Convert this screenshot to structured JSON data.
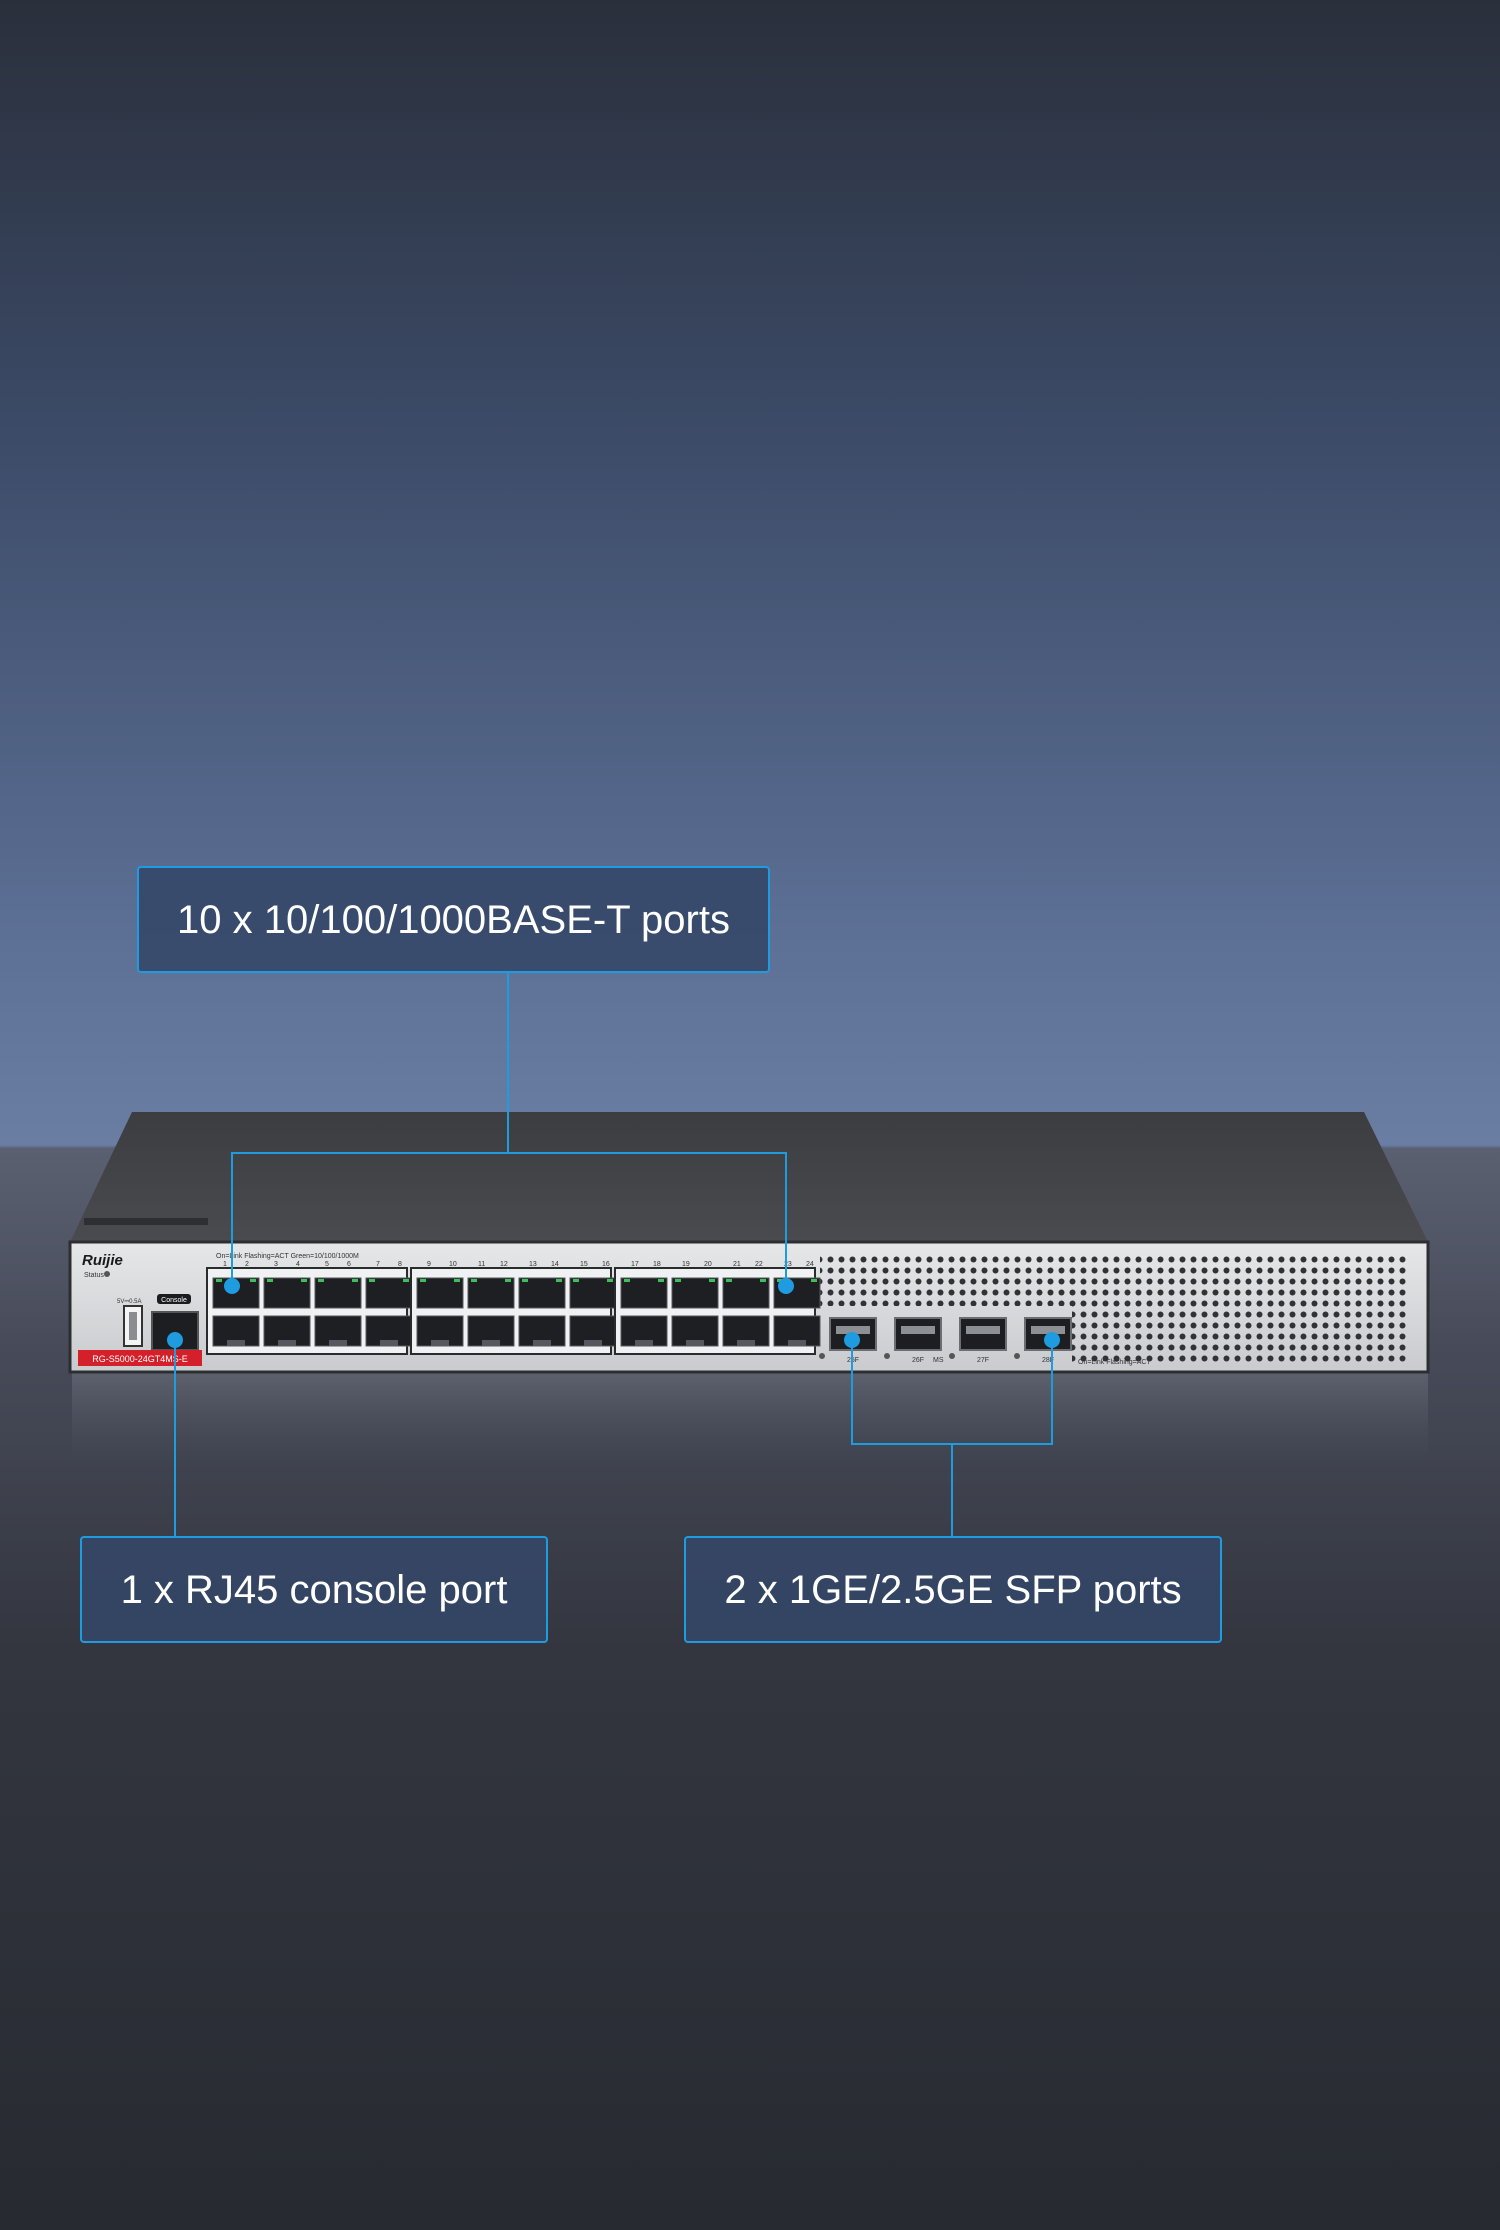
{
  "callouts": {
    "rj45_ports": "10 x 10/100/1000BASE-T ports",
    "console_port": "1 x RJ45 console port",
    "sfp_ports": "2 x 1GE/2.5GE SFP ports"
  },
  "device": {
    "brand": "Ruijie",
    "status_label": "Status",
    "usb_rating": "5V⎓0.5A",
    "console_label": "Console",
    "model": "RG-S5000-24GT4MS-E",
    "led_legend_top": "On=Link  Flashing=ACT  Green=10/100/1000M",
    "led_legend_sfp": "On=Link  Flashing=ACT",
    "port_numbers_group1": [
      "1",
      "2",
      "3",
      "4",
      "5",
      "6",
      "7",
      "8"
    ],
    "port_numbers_group2": [
      "9",
      "10",
      "11",
      "12",
      "13",
      "14",
      "15",
      "16"
    ],
    "port_numbers_group3": [
      "17",
      "18",
      "19",
      "20",
      "21",
      "22",
      "23",
      "24"
    ],
    "sfp_labels": [
      "25F",
      "26F",
      "27F",
      "28F"
    ],
    "sfp_ms_label": "MS"
  },
  "colors": {
    "callout_border": "#1f9be0",
    "leader_line": "#1f9be0",
    "model_badge": "#d4202a"
  }
}
